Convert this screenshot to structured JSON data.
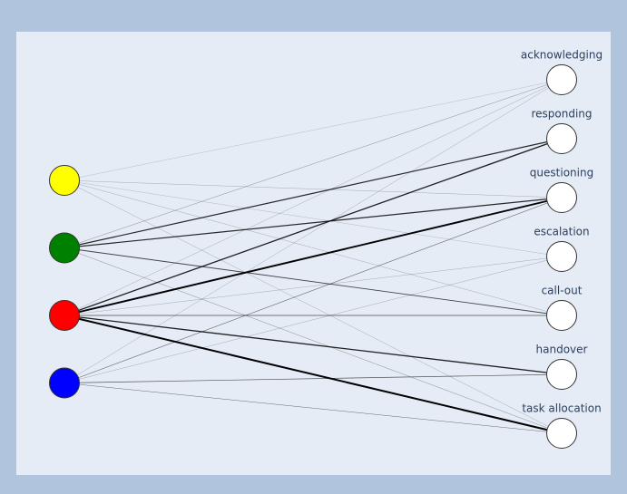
{
  "chart_data": {
    "type": "bipartite-network",
    "left_nodes": [
      {
        "id": "yellow",
        "color": "#ffff00"
      },
      {
        "id": "green",
        "color": "#008000"
      },
      {
        "id": "red",
        "color": "#ff0000"
      },
      {
        "id": "blue",
        "color": "#0000ff"
      }
    ],
    "right_nodes": [
      {
        "id": "acknowledging",
        "label": "acknowledging"
      },
      {
        "id": "responding",
        "label": "responding"
      },
      {
        "id": "questioning",
        "label": "questioning"
      },
      {
        "id": "escalation",
        "label": "escalation"
      },
      {
        "id": "call-out",
        "label": "call-out"
      },
      {
        "id": "handover",
        "label": "handover"
      },
      {
        "id": "task-allocation",
        "label": "task allocation"
      }
    ],
    "edges": [
      {
        "from": "yellow",
        "to": "acknowledging",
        "weight": 0.15
      },
      {
        "from": "yellow",
        "to": "questioning",
        "weight": 0.3
      },
      {
        "from": "yellow",
        "to": "escalation",
        "weight": 0.2
      },
      {
        "from": "yellow",
        "to": "call-out",
        "weight": 0.3
      },
      {
        "from": "yellow",
        "to": "task-allocation",
        "weight": 0.3
      },
      {
        "from": "green",
        "to": "acknowledging",
        "weight": 0.4
      },
      {
        "from": "green",
        "to": "responding",
        "weight": 1.2
      },
      {
        "from": "green",
        "to": "questioning",
        "weight": 1.2
      },
      {
        "from": "green",
        "to": "call-out",
        "weight": 0.9
      },
      {
        "from": "green",
        "to": "task-allocation",
        "weight": 0.4
      },
      {
        "from": "red",
        "to": "acknowledging",
        "weight": 0.3
      },
      {
        "from": "red",
        "to": "responding",
        "weight": 1.3
      },
      {
        "from": "red",
        "to": "questioning",
        "weight": 1.9
      },
      {
        "from": "red",
        "to": "escalation",
        "weight": 0.3
      },
      {
        "from": "red",
        "to": "call-out",
        "weight": 0.8
      },
      {
        "from": "red",
        "to": "handover",
        "weight": 1.3
      },
      {
        "from": "red",
        "to": "task-allocation",
        "weight": 2.0
      },
      {
        "from": "blue",
        "to": "acknowledging",
        "weight": 0.3
      },
      {
        "from": "blue",
        "to": "questioning",
        "weight": 0.6
      },
      {
        "from": "blue",
        "to": "escalation",
        "weight": 0.3
      },
      {
        "from": "blue",
        "to": "handover",
        "weight": 0.7
      },
      {
        "from": "blue",
        "to": "task-allocation",
        "weight": 0.5
      }
    ],
    "colors": {
      "paper_bg": "#b0c4de",
      "plot_bg": "#e5ecf6",
      "edge": "#000000",
      "right_node_fill": "#ffffff",
      "node_stroke": "#333333",
      "label": "#2a3f5f"
    }
  }
}
